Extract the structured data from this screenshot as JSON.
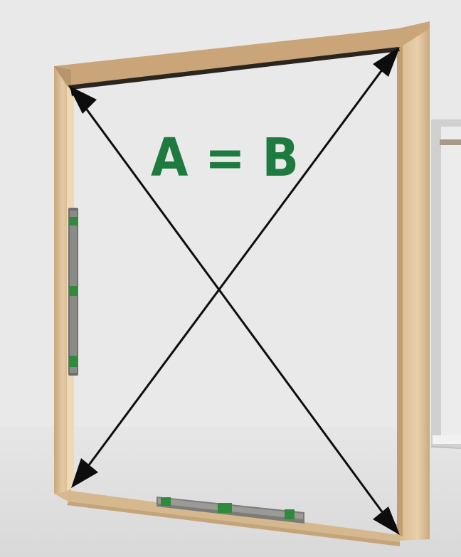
{
  "diagram": {
    "equation_text": "A = B",
    "colors": {
      "background": "#e9e9e9",
      "floor_shadow": "#d6d6d6",
      "wood_light": "#e6cda8",
      "wood_mid": "#d6b88e",
      "wood_dark": "#b89468",
      "wood_top_face": "#c8a377",
      "arrow": "#0d0d0d",
      "text_green": "#1f7a3f",
      "level_green": "#2f8a3c",
      "level_metal": "#7b7b78",
      "background_frame": "#c9c9c9"
    },
    "elements": {
      "frame": "door-frame",
      "diagonals": [
        "diagonal-a",
        "diagonal-b"
      ],
      "tools": [
        "vertical-spirit-level",
        "horizontal-spirit-level"
      ],
      "background_object": "background-door-frame"
    }
  }
}
